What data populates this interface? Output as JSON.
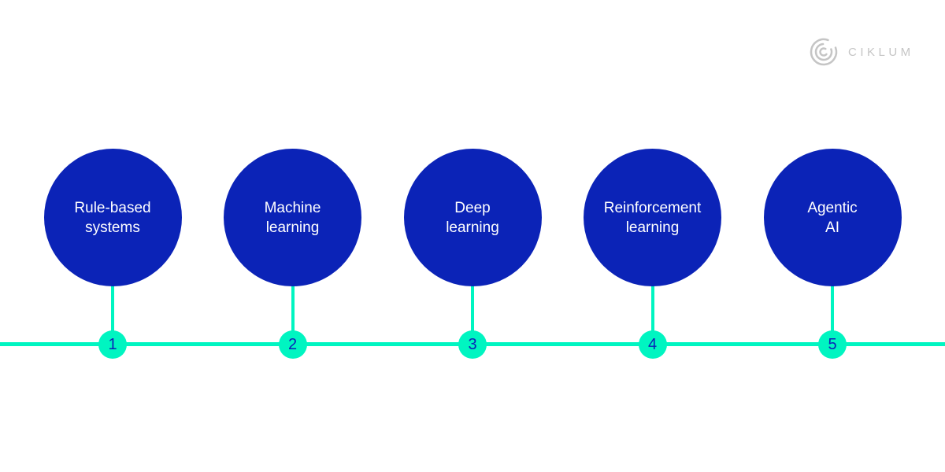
{
  "brand": {
    "name": "CIKLUM",
    "logo_icon": "ciklum-concentric-c-mark",
    "logo_color": "#c5c5c5"
  },
  "colors": {
    "stage_circle_blue": "#0b23b7",
    "timeline_teal": "#00f5c1",
    "label_white": "#ffffff",
    "background": "#ffffff"
  },
  "diagram": {
    "type": "timeline",
    "stages": [
      {
        "number": "1",
        "line1": "Rule-based",
        "line2": "systems"
      },
      {
        "number": "2",
        "line1": "Machine",
        "line2": "learning"
      },
      {
        "number": "3",
        "line1": "Deep",
        "line2": "learning"
      },
      {
        "number": "4",
        "line1": "Reinforcement",
        "line2": "learning"
      },
      {
        "number": "5",
        "line1": "Agentic",
        "line2": "AI"
      }
    ]
  }
}
